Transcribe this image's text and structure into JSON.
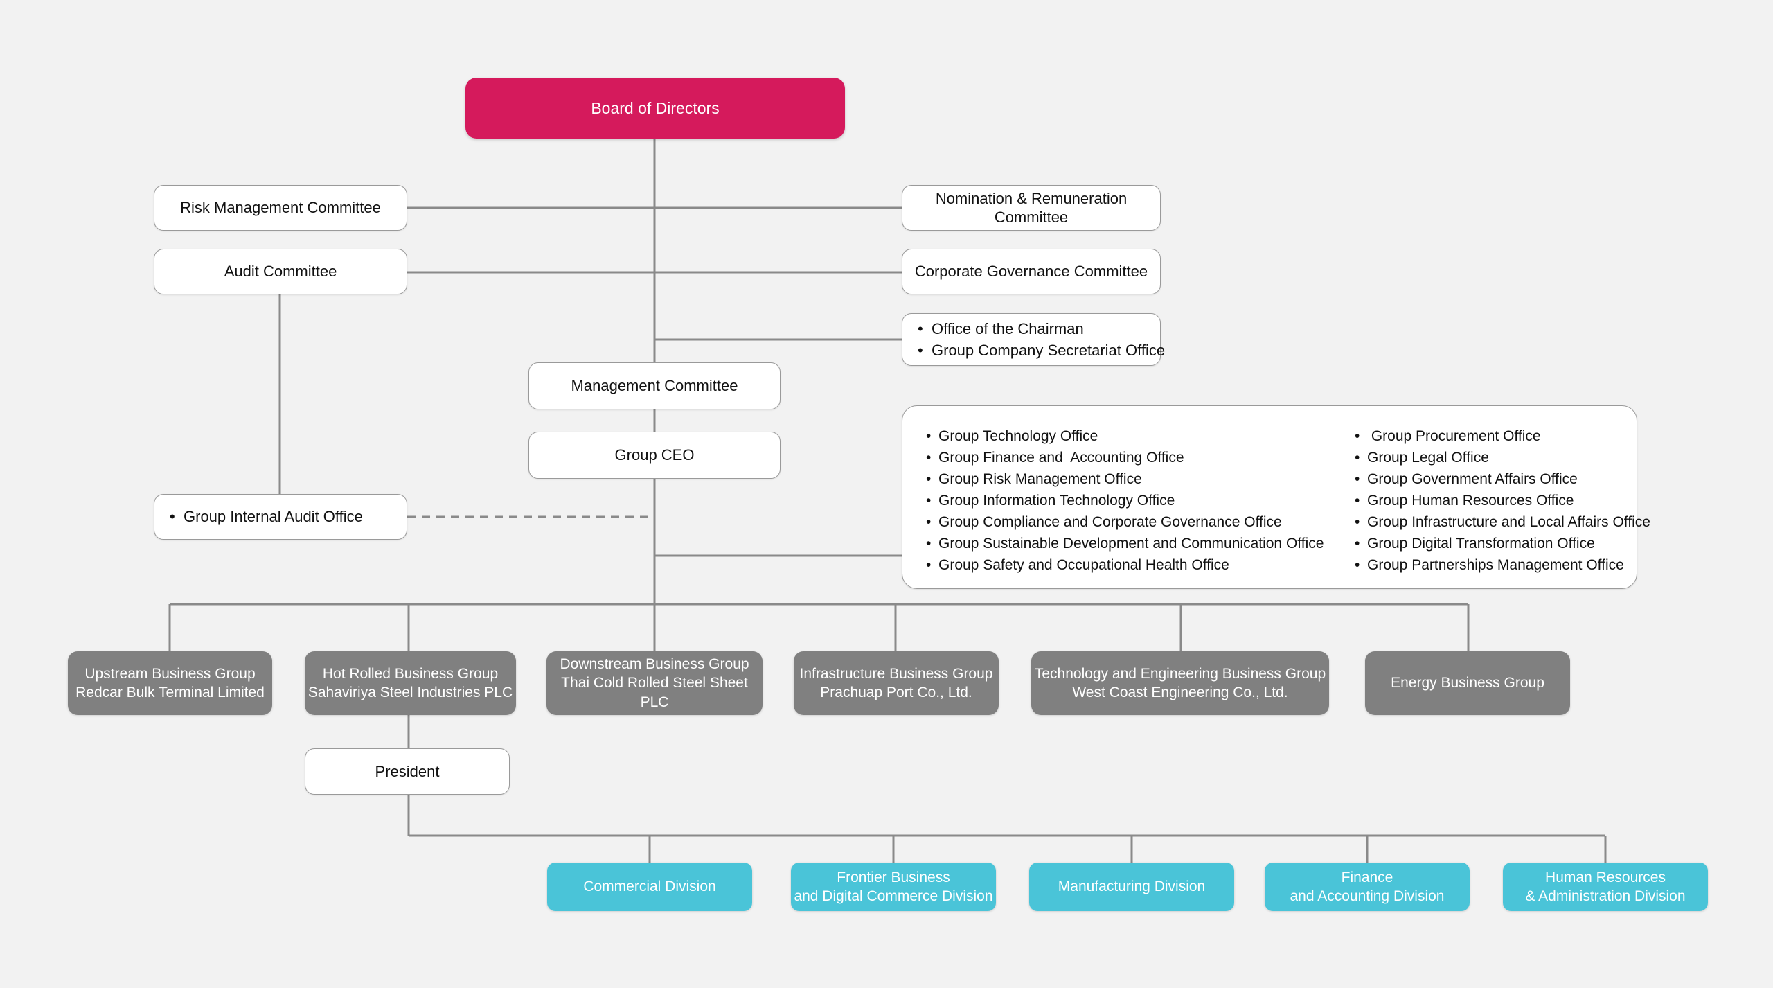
{
  "meta": {
    "title": "Corporate Organization Chart",
    "colors": {
      "background": "#f2f2f2",
      "crimson": "#d51a5c",
      "gray": "#808080",
      "cyan": "#4ac4d8",
      "line": "#8a8a8a",
      "box_border": "#9a9a9a",
      "box_fill": "#ffffff",
      "text_dark": "#111111",
      "text_light": "#ffffff"
    }
  },
  "board": {
    "label": "Board of Directors"
  },
  "committees_left": [
    {
      "label": "Risk Management Committee"
    },
    {
      "label": "Audit Committee"
    }
  ],
  "committees_right": [
    {
      "label": "Nomination & Remuneration Committee"
    },
    {
      "label": "Corporate Governance Committee"
    }
  ],
  "chairman_box": {
    "items": [
      "Office of the Chairman",
      "Group Company Secretariat Office"
    ]
  },
  "management_committee": {
    "label": "Management Committee"
  },
  "group_ceo": {
    "label": "Group CEO"
  },
  "internal_audit_box": {
    "items": [
      "Group Internal Audit Office"
    ]
  },
  "group_offices": {
    "column_left": [
      "Group Technology Office",
      "Group Finance and  Accounting Office",
      "Group Risk Management Office",
      "Group Information Technology Office",
      "Group Compliance and Corporate Governance Office",
      "Group Sustainable Development and Communication Office",
      "Group Safety and Occupational Health Office"
    ],
    "column_right": [
      " Group Procurement Office",
      "Group Legal Office",
      "Group Government Affairs Office",
      "Group Human Resources Office",
      "Group Infrastructure and Local Affairs Office",
      "Group Digital Transformation Office",
      "Group Partnerships Management Office"
    ]
  },
  "business_groups": [
    {
      "title": "Upstream Business Group",
      "subtitle": "Redcar Bulk Terminal Limited"
    },
    {
      "title": "Hot Rolled Business Group",
      "subtitle": "Sahaviriya Steel Industries PLC"
    },
    {
      "title": "Downstream Business Group",
      "subtitle": "Thai Cold Rolled Steel Sheet PLC"
    },
    {
      "title": "Infrastructure Business Group",
      "subtitle": "Prachuap Port Co., Ltd."
    },
    {
      "title": "Technology and Engineering Business Group",
      "subtitle": "West Coast Engineering Co., Ltd."
    },
    {
      "title": "Energy Business Group",
      "subtitle": ""
    }
  ],
  "president": {
    "label": "President"
  },
  "divisions": [
    {
      "line1": "Commercial Division",
      "line2": ""
    },
    {
      "line1": "Frontier Business",
      "line2": "and Digital Commerce Division"
    },
    {
      "line1": "Manufacturing Division",
      "line2": ""
    },
    {
      "line1": "Finance",
      "line2": "and Accounting Division"
    },
    {
      "line1": "Human Resources",
      "line2": "& Administration Division"
    }
  ]
}
